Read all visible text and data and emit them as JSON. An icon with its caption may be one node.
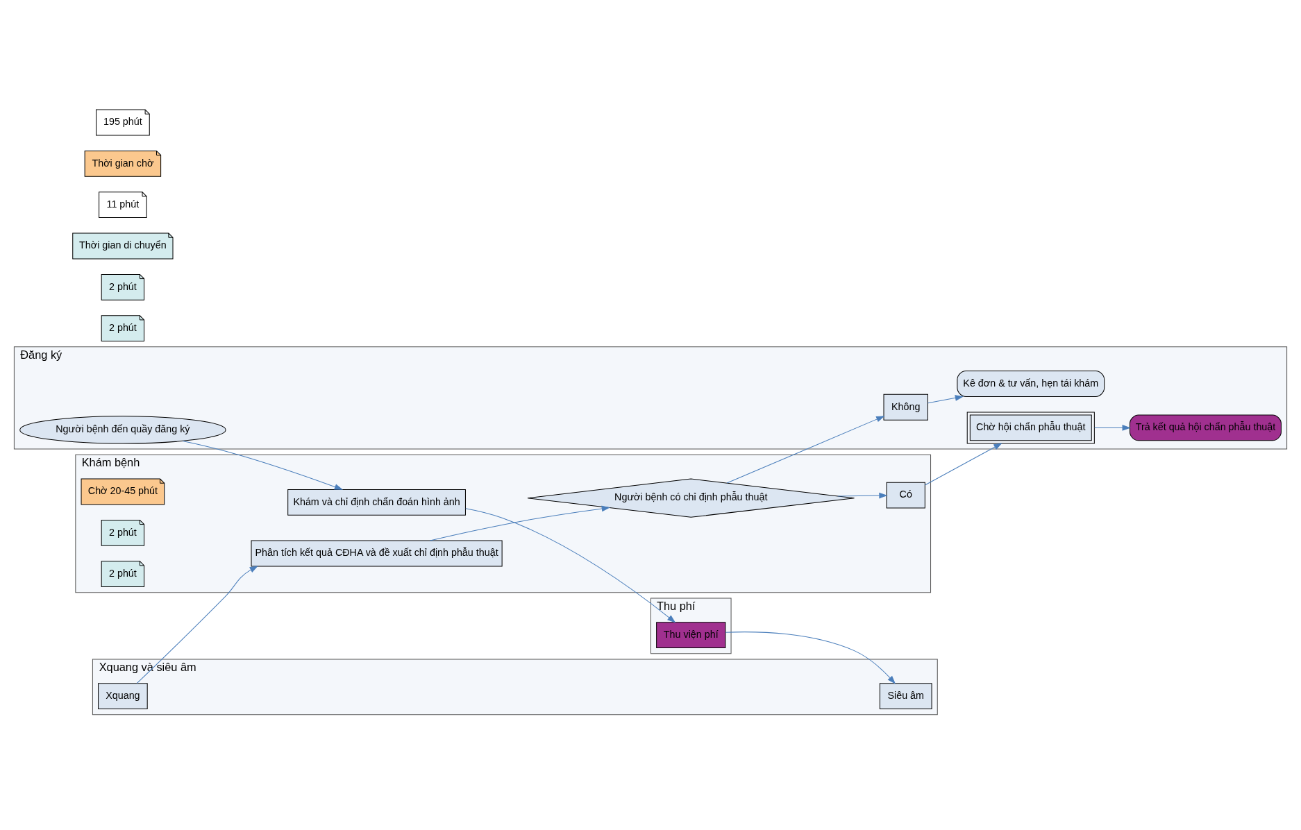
{
  "diagram": {
    "nodes": [
      {
        "text": [
          "Đăng ký"
        ]
      },
      {
        "text": [
          "Người bệnh đến quầy đăng ký"
        ],
        "in": 0
      },
      {
        "text": [
          "Không"
        ],
        "in": 0
      },
      {
        "text": [
          "Kê đơn & tư vấn, hẹn tái khám"
        ],
        "in": 0
      },
      {
        "text": [
          "Chờ hội chẩn phẫu thuật"
        ],
        "in": 0
      },
      {
        "text": [
          "Trả kết quả hội chẩn phẫu thuật"
        ],
        "in": 0
      },
      {
        "text": [
          "Khám bệnh"
        ]
      },
      {
        "text": [
          "Khám và chỉ định chẩn đoán hình ảnh"
        ],
        "in": 6
      },
      {
        "text": [
          "Phân tích kết quả CĐHA và đề xuất chỉ định phẫu thuật"
        ],
        "in": 6
      },
      {
        "text": [
          "Người bệnh có chỉ định phẫu thuật"
        ],
        "in": 6
      },
      {
        "text": [
          "Có"
        ],
        "in": 6
      },
      {
        "text": [
          "Chờ 20-45 phút"
        ],
        "in": 6
      },
      {
        "text": [
          "2 phút"
        ],
        "in": 6
      },
      {
        "text": [
          "2 phút"
        ],
        "in": 6
      },
      {
        "text": [
          "Thu phí"
        ]
      },
      {
        "text": [
          "Thu viện phí"
        ],
        "in": 14
      },
      {
        "text": [
          "2 phút"
        ]
      },
      {
        "text": [
          "2 phút"
        ]
      },
      {
        "text": [
          "Xquang và siêu âm"
        ]
      },
      {
        "text": [
          "Siêu âm"
        ],
        "in": 18
      },
      {
        "text": [
          "Xquang"
        ],
        "in": 18
      },
      {
        "text": [
          "Thời gian di chuyển"
        ]
      },
      {
        "text": [
          "11 phút"
        ]
      },
      {
        "text": [
          "Thời gian chờ"
        ]
      },
      {
        "text": [
          "195 phút"
        ]
      }
    ],
    "edges": [
      {
        "from": 1,
        "to": 7,
        "arrow": "to"
      },
      {
        "from": 7,
        "to": 15,
        "arrow": "to"
      },
      {
        "from": 15,
        "to": 19,
        "arrow": "to"
      },
      {
        "from": 20,
        "to": 8,
        "arrow": "to"
      },
      {
        "from": 8,
        "to": 9,
        "arrow": "to"
      },
      {
        "from": 9,
        "to": 2,
        "arrow": "to"
      },
      {
        "from": 9,
        "to": 10,
        "arrow": "to"
      },
      {
        "from": 2,
        "to": 3,
        "arrow": "to"
      },
      {
        "from": 10,
        "to": 4,
        "arrow": "to"
      },
      {
        "from": 4,
        "to": 5,
        "arrow": "to"
      }
    ]
  }
}
